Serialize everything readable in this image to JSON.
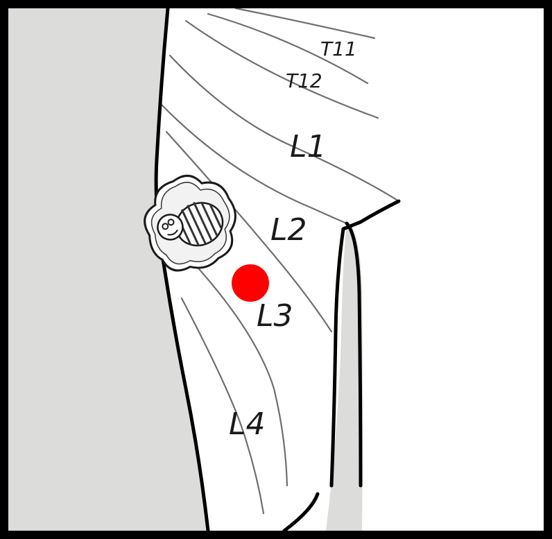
{
  "labels": {
    "t11": "T11",
    "t12": "T12",
    "l1": "L1",
    "l2": "L2",
    "l3": "L3",
    "l4": "L4"
  },
  "colors": {
    "marker": "#ff0000",
    "background_shadow": "#dcdcda",
    "outline": "#000000",
    "dermatome_line": "#6e6e6e"
  },
  "icons": {
    "device": "bee-button-device-icon",
    "marker": "red-dot-marker"
  }
}
